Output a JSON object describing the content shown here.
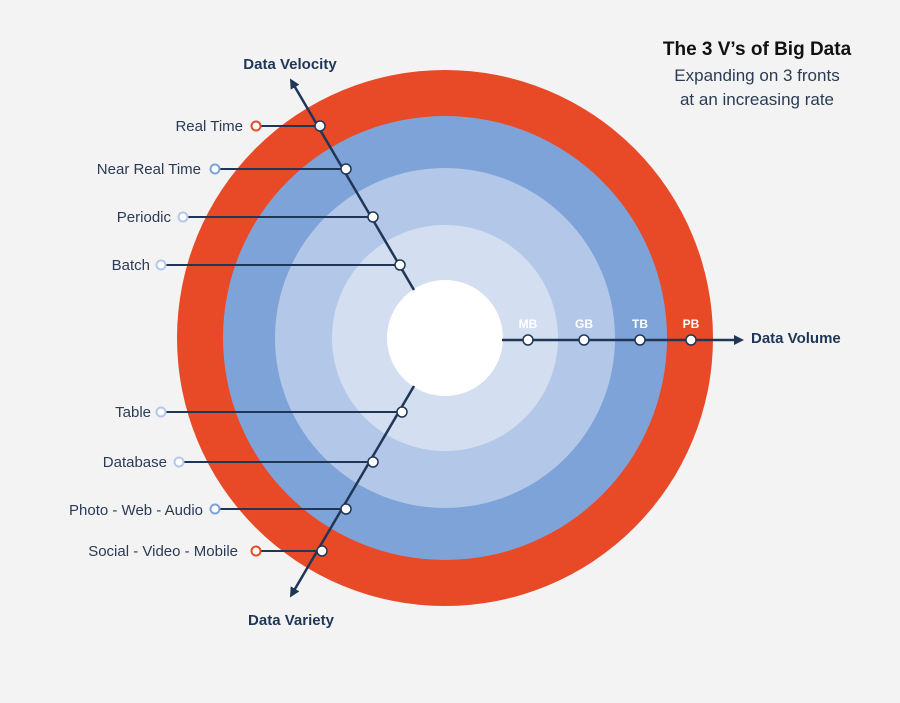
{
  "title": "The 3 V’s of Big Data",
  "subtitle_lines": [
    "Expanding on 3 fronts",
    "at an increasing rate"
  ],
  "axes": {
    "velocity": "Data Velocity",
    "variety": "Data Variety",
    "volume": "Data Volume"
  },
  "velocity_levels": [
    "Real Time",
    "Near Real Time",
    "Periodic",
    "Batch"
  ],
  "variety_levels": [
    "Social - Video - Mobile",
    "Photo - Web - Audio",
    "Database",
    "Table"
  ],
  "volume_units": [
    "MB",
    "GB",
    "TB",
    "PB"
  ],
  "colors": {
    "ring_outer": "#e84a27",
    "ring_2": "#7ea3d8",
    "ring_3": "#b3c8e8",
    "ring_4": "#d3def1",
    "center": "#ffffff",
    "line": "#1f3656",
    "background": "#f3f3f3"
  }
}
